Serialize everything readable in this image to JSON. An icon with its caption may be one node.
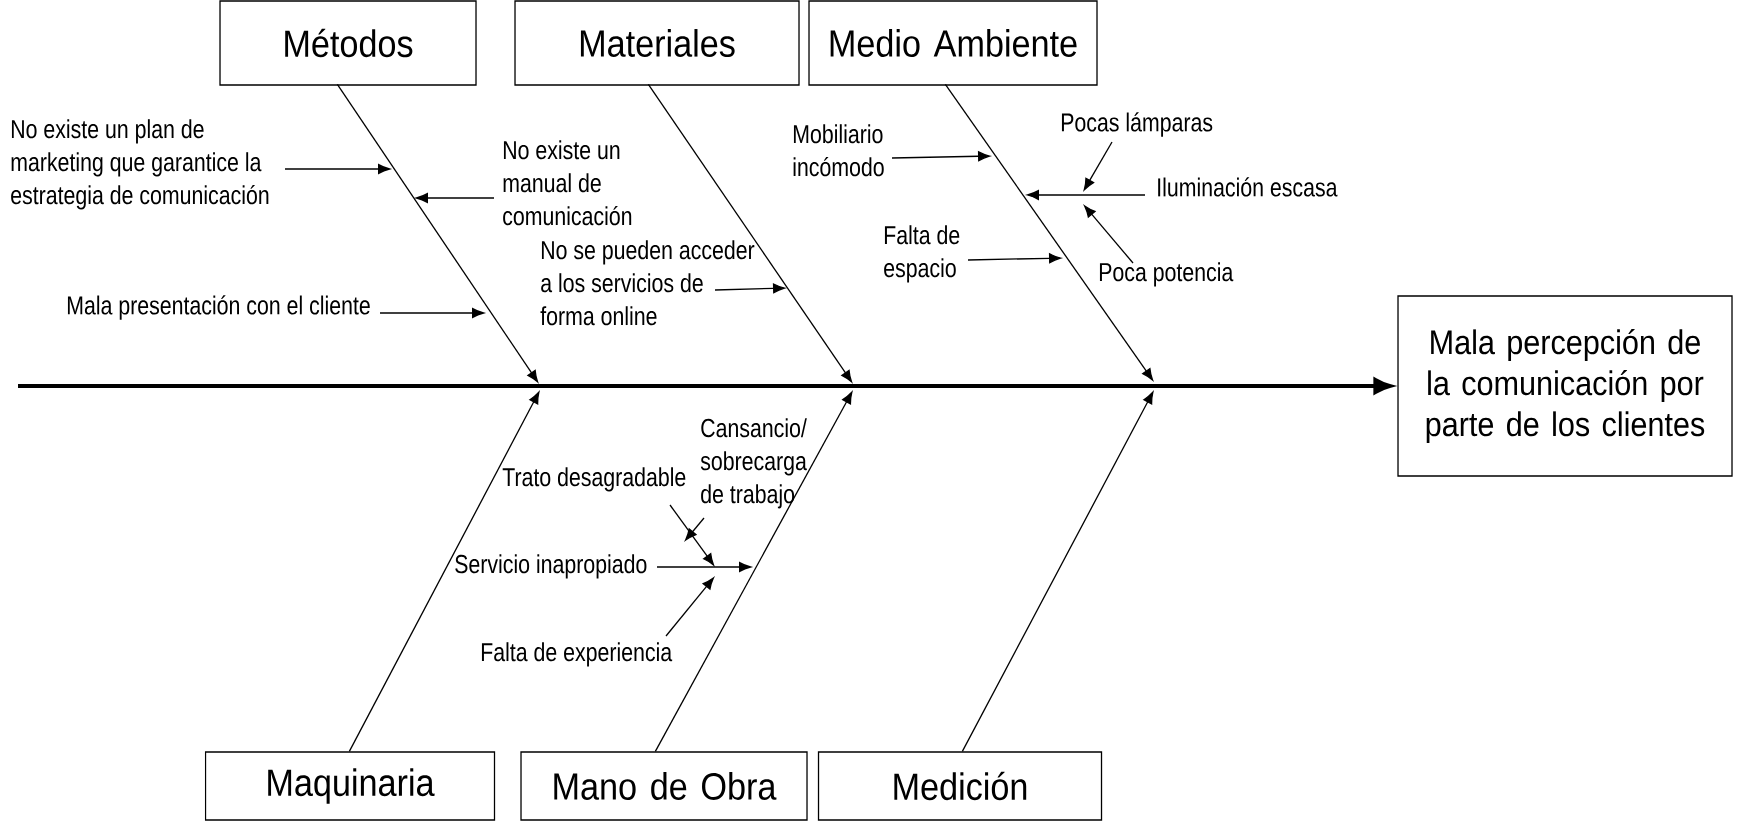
{
  "diagram": {
    "nodes": [
      {
        "text": [
          "Métodos"
        ]
      },
      {
        "text": [
          "Materiales"
        ]
      },
      {
        "text": [
          "Medio Ambiente"
        ]
      },
      {
        "text": [
          "No existe un plan de marketing que garantice la estrategia de comunicación"
        ]
      },
      {
        "text": [
          "No existe un manual de comunicación"
        ]
      },
      {
        "text": [
          "Mobiliario incómodo"
        ]
      },
      {
        "text": [
          "Pocas lámparas"
        ]
      },
      {
        "text": [
          "Iluminación escasa"
        ]
      },
      {
        "text": [
          "Falta de espacio"
        ]
      },
      {
        "text": [
          "Poca potencia"
        ]
      },
      {
        "text": [
          "Mala presentación con el cliente"
        ]
      },
      {
        "text": [
          "No se pueden acceder a los servicios de forma online"
        ]
      },
      {
        "text": [
          "Mala percepción de la comunicación por parte de los clientes"
        ]
      },
      {
        "text": [
          "Cansancio/ sobrecarga de trabajo"
        ]
      },
      {
        "text": [
          "Trato desagradable"
        ]
      },
      {
        "text": [
          "Servicio inapropiado"
        ]
      },
      {
        "text": [
          "Falta de experiencia"
        ]
      },
      {
        "text": [
          "Maquinaria"
        ]
      },
      {
        "text": [
          "Mano de Obra"
        ]
      },
      {
        "text": [
          "Medición"
        ]
      }
    ],
    "edges": [
      {
        "from": 0,
        "to": null,
        "arrow": "to"
      },
      {
        "from": 1,
        "to": null,
        "arrow": "to"
      },
      {
        "from": 2,
        "to": null,
        "arrow": "to"
      },
      {
        "from": 17,
        "to": null,
        "arrow": "to"
      },
      {
        "from": 18,
        "to": null,
        "arrow": "to"
      },
      {
        "from": 19,
        "to": null,
        "arrow": "to"
      },
      {
        "from": null,
        "to": 12,
        "arrow": "to",
        "style": "thick"
      },
      {
        "from": 3,
        "to": null,
        "arrow": "to"
      },
      {
        "from": 4,
        "to": null,
        "arrow": "to"
      },
      {
        "from": 10,
        "to": null,
        "arrow": "to"
      },
      {
        "from": 11,
        "to": null,
        "arrow": "to"
      },
      {
        "from": 5,
        "to": null,
        "arrow": "to"
      },
      {
        "from": 7,
        "to": null,
        "arrow": "to"
      },
      {
        "from": 6,
        "to": null,
        "arrow": "to"
      },
      {
        "from": 9,
        "to": null,
        "arrow": "to"
      },
      {
        "from": 8,
        "to": null,
        "arrow": "to"
      },
      {
        "from": 13,
        "to": null,
        "arrow": "to"
      },
      {
        "from": 14,
        "to": null,
        "arrow": "to"
      },
      {
        "from": 15,
        "to": null,
        "arrow": "to"
      },
      {
        "from": 16,
        "to": null,
        "arrow": "to"
      }
    ]
  }
}
